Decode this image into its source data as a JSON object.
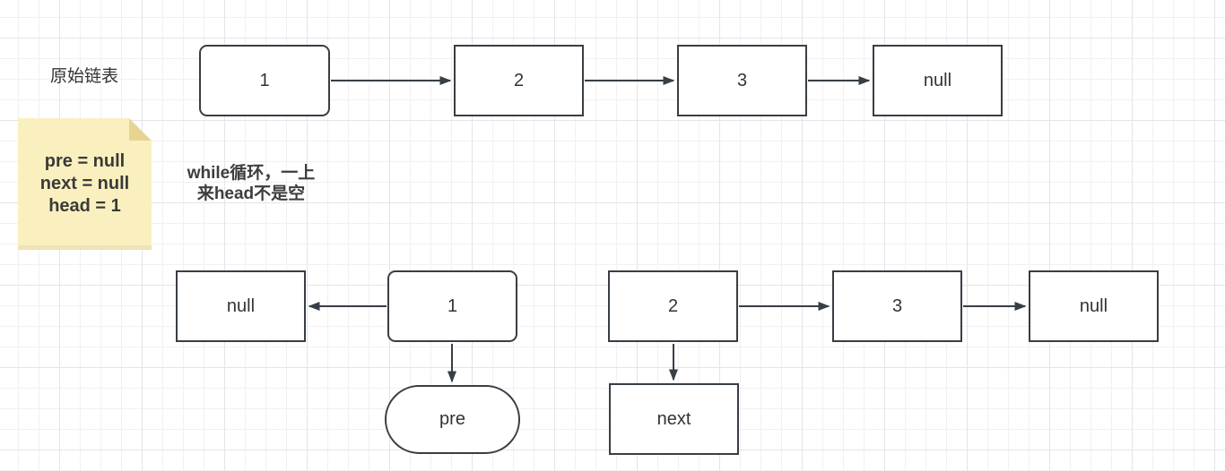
{
  "canvas": {
    "background": "#ffffff",
    "grid_minor_color": "#f1f1f4",
    "grid_major_color": "#e4e4e9",
    "stroke_color": "#383e45",
    "text_color": "#333333"
  },
  "annotations": {
    "original_list_label": "原始链表",
    "while_note_line1": "while循环，一上",
    "while_note_line2": "来head不是空"
  },
  "sticky_note": {
    "background": "#faf0bf",
    "fold_color": "#e6d493",
    "lines": [
      "pre = null",
      "next = null",
      "head = 1"
    ]
  },
  "original_list": {
    "nodes": [
      {
        "label": "1",
        "shape": "rounded"
      },
      {
        "label": "2",
        "shape": "rect"
      },
      {
        "label": "3",
        "shape": "rect"
      },
      {
        "label": "null",
        "shape": "rect"
      }
    ]
  },
  "reversed_state": {
    "nodes": [
      {
        "label": "null",
        "shape": "rect"
      },
      {
        "label": "1",
        "shape": "rounded"
      },
      {
        "label": "2",
        "shape": "rect"
      },
      {
        "label": "3",
        "shape": "rect"
      },
      {
        "label": "null",
        "shape": "rect"
      }
    ],
    "pointers": [
      {
        "label": "pre",
        "shape": "stadium"
      },
      {
        "label": "next",
        "shape": "rect"
      }
    ]
  }
}
